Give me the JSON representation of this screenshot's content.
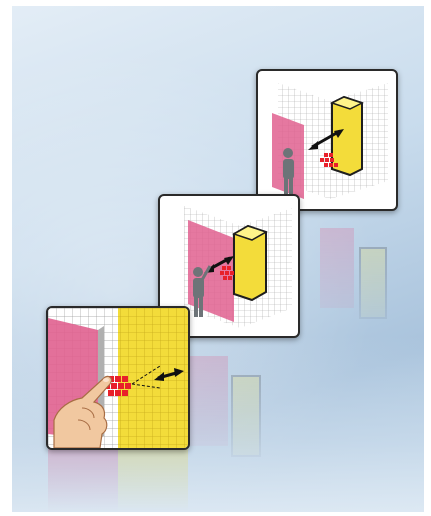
{
  "scene": {
    "cards": [
      {
        "name": "card-top-safety-zone",
        "content": "worker-outside-zone"
      },
      {
        "name": "card-middle-safety-zone",
        "content": "worker-reaching-zone"
      },
      {
        "name": "card-bottom-finger-detection",
        "content": "finger-detection-closeup"
      }
    ],
    "colors": {
      "background_light": "#e3edf6",
      "background_dark": "#a9c3dc",
      "protected_zone": "#e0608f",
      "machine": "#f3dc3a",
      "detection": "#e8202a",
      "grid_line": "#9a9a9a",
      "card_border": "#2a2a2a"
    },
    "icons": [
      "double-arrow-icon",
      "person-icon",
      "hand-icon"
    ]
  }
}
